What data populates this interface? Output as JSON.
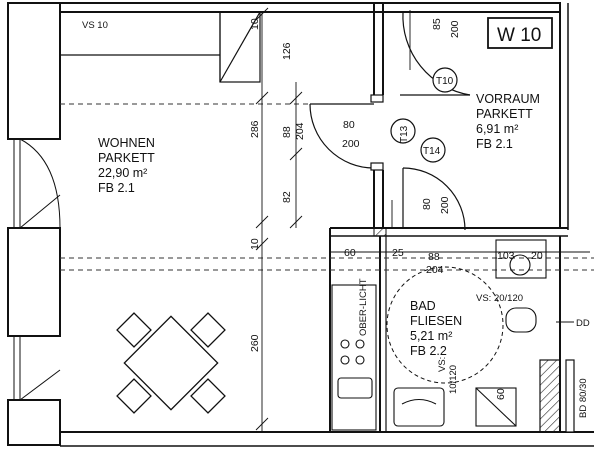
{
  "apartment": {
    "id": "W 10"
  },
  "rooms": {
    "wohnen": {
      "name": "WOHNEN",
      "floor": "PARKETT",
      "area": "22,90 m²",
      "fb": "FB 2.1"
    },
    "vorraum": {
      "name": "VORRAUM",
      "floor": "PARKETT",
      "area": "6,91 m²",
      "fb": "FB 2.1"
    },
    "bad": {
      "name": "BAD",
      "floor": "FLIESEN",
      "area": "5,21 m²",
      "fb": "FB 2.2"
    }
  },
  "tags": {
    "vs10": "VS 10",
    "vs_bad": "VS: 20/120",
    "vs_side": "VS:",
    "vs_side2": "10/120",
    "t10": "T10",
    "t13": "T13",
    "t14": "T14",
    "oberlicht": "OBER-LICHT",
    "dd": "DD",
    "bd": "BD 80/30"
  },
  "dims": {
    "d10_top": "10",
    "d126": "126",
    "d85": "85",
    "d200_top": "200",
    "d286": "286",
    "d88_a": "88",
    "d204_a": "204",
    "d80_a": "80",
    "d200_a": "200",
    "d82": "82",
    "d80_b": "80",
    "d200_b": "200",
    "d10_mid": "10",
    "d60": "60",
    "d25": "25",
    "d88_b": "88",
    "d204_b": "204",
    "d103": "103",
    "d20": "20",
    "d260": "260",
    "d60_b": "60"
  }
}
